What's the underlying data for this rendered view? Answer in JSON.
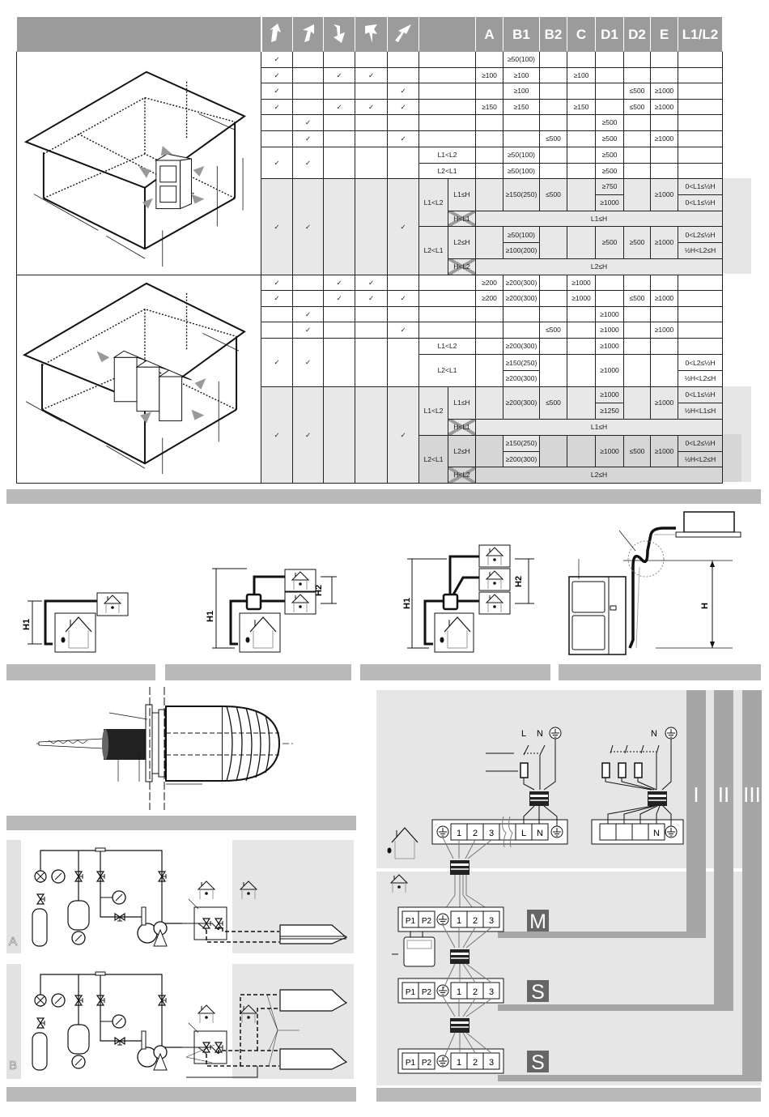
{
  "check": "✓",
  "table": {
    "header_icons": [
      "airflow-up-left-icon",
      "airflow-up-right-icon",
      "airflow-down-right-icon",
      "airflow-down-left-icon",
      "airflow-diagonal-icon"
    ],
    "headers": [
      "A",
      "B1",
      "B2",
      "C",
      "D1",
      "D2",
      "E",
      "L1/L2"
    ],
    "g1": [
      {
        "B1": "≥50(100)"
      },
      {
        "A": "≥100",
        "B1": "≥100",
        "C": "≥100"
      },
      {
        "B1": "≥100",
        "D2": "≤500",
        "E": "≥1000"
      },
      {
        "A": "≥150",
        "B1": "≥150",
        "C": "≥150",
        "D2": "≤500",
        "E": "≥1000"
      },
      {
        "D1": "≥500"
      },
      {
        "B2": "≤500",
        "D1": "≥500",
        "E": "≥1000"
      },
      {
        "cond": "L1<L2",
        "B1": "≥50(100)",
        "D1": "≥500"
      },
      {
        "cond": "L2<L1",
        "B1": "≥50(100)",
        "D1": "≥500"
      },
      {
        "cond1": "L1<L2",
        "cond2": "L1≤H",
        "B1": "≥150(250)",
        "B2": "≤500",
        "D1": "≥750",
        "E": "≥1000",
        "L": "0<L1≤½H"
      },
      {
        "D1": "≥1000",
        "L": "0<L1≤½H"
      },
      {
        "cond2": "H<L1",
        "span": "L1≤H"
      },
      {
        "cond1": "L2<L1",
        "cond2": "L2≤H",
        "B1": "≥50(100)",
        "D1": "≥500",
        "D2": "≥500",
        "E": "≥1000",
        "L": "0<L2≤½H"
      },
      {
        "B1": "≥100(200)",
        "L": "½H<L2≤H"
      },
      {
        "cond2": "H<L2",
        "span": "L2≤H"
      }
    ],
    "g2": [
      {
        "A": "≥200",
        "B1": "≥200(300)",
        "C": "≥1000"
      },
      {
        "A": "≥200",
        "B1": "≥200(300)",
        "C": "≥1000",
        "D2": "≤500",
        "E": "≥1000"
      },
      {
        "D1": "≥1000"
      },
      {
        "B2": "≤500",
        "D1": "≥1000",
        "E": "≥1000"
      },
      {
        "cond": "L1<L2",
        "B1": "≥200(300)",
        "D1": "≥1000"
      },
      {
        "cond": "L2<L1",
        "B1": "≥150(250)",
        "D1": "≥1000",
        "L": "0<L2≤½H"
      },
      {
        "B1": "≥200(300)",
        "L": "½H<L2≤H"
      },
      {
        "cond1": "L1<L2",
        "cond2": "L1≤H",
        "B1": "≥200(300)",
        "B2": "≤500",
        "D1": "≥1000",
        "E": "≥1000",
        "L": "0<L1≤½H"
      },
      {
        "D1": "≥1250",
        "L": "½H<L1≤H"
      },
      {
        "cond2": "H<L1",
        "span": "L1≤H"
      },
      {
        "cond1": "L2<L1",
        "cond2": "L2≤H",
        "B1": "≥150(250)",
        "D1": "≥1000",
        "D2": "≤500",
        "E": "≥1000",
        "L": "0<L2≤½H"
      },
      {
        "B1": "≥200(300)",
        "L": "½H<L2≤H"
      },
      {
        "cond2": "H<L2",
        "span": "L2≤H"
      }
    ]
  },
  "height_diagrams": {
    "h1": "H1",
    "h2": "H2",
    "h": "H"
  },
  "piping": {
    "panel_a": "A",
    "panel_b": "B"
  },
  "wiring": {
    "L": "L",
    "N": "N",
    "t1": "1",
    "t2": "2",
    "t3": "3",
    "p1": "P1",
    "p2": "P2",
    "master": "M",
    "slave": "S",
    "phase1": "I",
    "phase2": "II",
    "phase3": "III"
  }
}
